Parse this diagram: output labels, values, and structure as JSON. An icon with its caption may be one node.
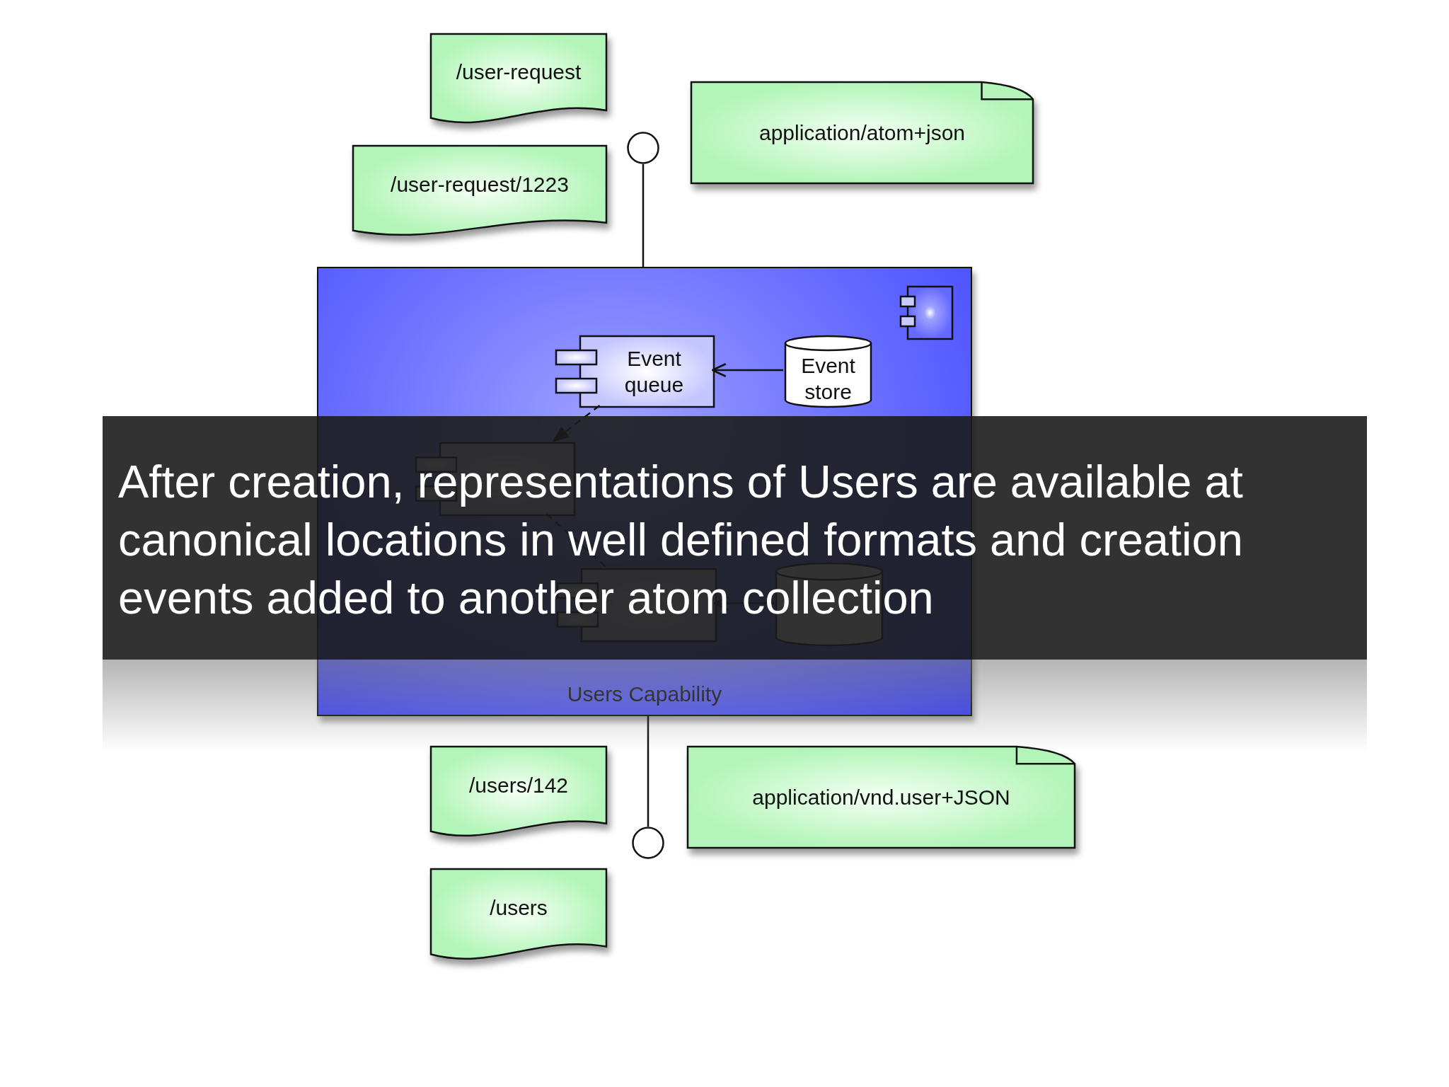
{
  "diagram": {
    "caption": "After creation, representations of Users are available at canonical locations in well defined formats and creation events added to another atom collection",
    "nodes": [
      {
        "text": [
          "/user-request"
        ]
      },
      {
        "text": [
          "/user-request/1223"
        ]
      },
      {
        "text": [],
        "shape": "circle"
      },
      {
        "text": [
          "application/atom+json"
        ]
      },
      {
        "text": [
          "Users Capability"
        ]
      },
      {
        "text": [
          "Event queue"
        ],
        "in": 4
      },
      {
        "text": [
          "Event store"
        ],
        "in": 4
      },
      {
        "text": [],
        "shape": "box",
        "in": 4
      },
      {
        "text": [],
        "shape": "box",
        "in": 4
      },
      {
        "text": [],
        "shape": "cylinder",
        "in": 4
      },
      {
        "text": [
          "/users/142"
        ]
      },
      {
        "text": [],
        "shape": "circle"
      },
      {
        "text": [
          "application/vnd.user+JSON"
        ]
      },
      {
        "text": [
          "/users"
        ]
      }
    ],
    "edges": [
      {
        "from": 4,
        "to": 2,
        "arrow": "none"
      },
      {
        "from": 6,
        "to": 5,
        "arrow": "to"
      },
      {
        "from": 5,
        "to": 7,
        "arrow": "to",
        "style": "dashed"
      },
      {
        "from": 7,
        "to": 8,
        "arrow": "none",
        "style": "dashed"
      },
      {
        "from": 9,
        "to": 8,
        "arrow": "to"
      },
      {
        "from": 4,
        "to": 11,
        "arrow": "none"
      }
    ]
  }
}
